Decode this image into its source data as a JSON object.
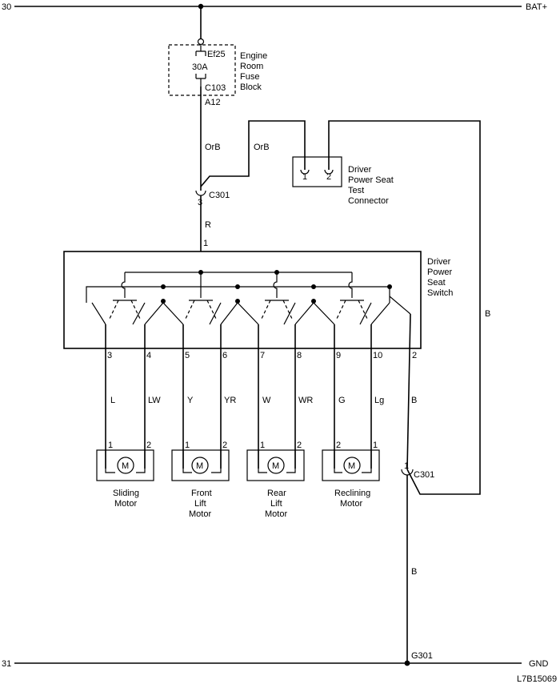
{
  "rails": {
    "top_left": "30",
    "top_right": "BAT+",
    "bottom_left": "31",
    "bottom_right": "GND"
  },
  "fuse": {
    "name": "Ef25",
    "rating": "30A",
    "connector_top": "C103",
    "pin": "A12",
    "block_label": [
      "Engine",
      "Room",
      "Fuse",
      "Block"
    ]
  },
  "wires": {
    "orb_main": "OrB",
    "orb_branch": "OrB",
    "red": "R",
    "black_right": "B",
    "black_pin2": "B",
    "black_ground": "B"
  },
  "c301_top": {
    "pin": "3",
    "name": "C301"
  },
  "c301_right": {
    "pin": "1",
    "name": "C301"
  },
  "test_connector": {
    "pins": [
      "1",
      "2"
    ],
    "label": [
      "Driver",
      "Power Seat",
      "Test",
      "Connector"
    ]
  },
  "switch": {
    "input_pin": "1",
    "label": [
      "Driver",
      "Power",
      "Seat",
      "Switch"
    ],
    "pins": [
      "3",
      "4",
      "5",
      "6",
      "7",
      "8",
      "9",
      "10",
      "2"
    ]
  },
  "wire_colors": [
    "L",
    "LW",
    "Y",
    "YR",
    "W",
    "WR",
    "G",
    "Lg"
  ],
  "motors": [
    {
      "symbol": "M",
      "pins": [
        "1",
        "2"
      ],
      "label": [
        "Sliding",
        "Motor"
      ]
    },
    {
      "symbol": "M",
      "pins": [
        "1",
        "2"
      ],
      "label": [
        "Front",
        "Lift",
        "Motor"
      ]
    },
    {
      "symbol": "M",
      "pins": [
        "1",
        "2"
      ],
      "label": [
        "Rear",
        "Lift",
        "Motor"
      ]
    },
    {
      "symbol": "M",
      "pins": [
        "2",
        "1"
      ],
      "label": [
        "Reclining",
        "Motor"
      ]
    }
  ],
  "ground": {
    "name": "G301"
  },
  "diagram_id": "L7B15069"
}
